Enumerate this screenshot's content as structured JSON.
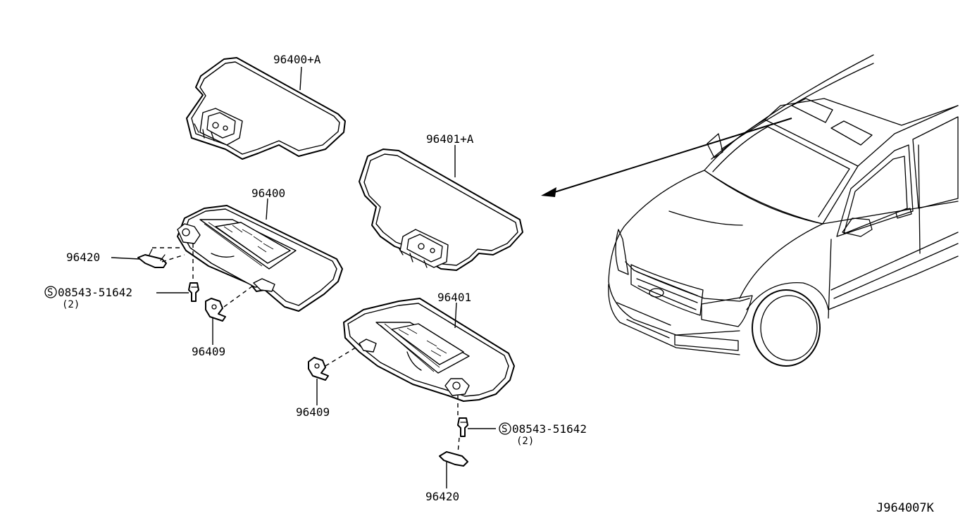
{
  "labels": {
    "visor_outer_rh": "96400+A",
    "visor_outer_lh": "96401+A",
    "visor_rh": "96400",
    "visor_lh": "96401",
    "holder_left": "96420",
    "holder_bottom": "96420",
    "clip_left": "96409",
    "clip_mid": "96409",
    "screw_left": "08543-51642",
    "screw_left_qty": "(2)",
    "screw_right": "08543-51642",
    "screw_right_qty": "(2)",
    "screw_symbol": "S",
    "diagram_code": "J964007K"
  }
}
